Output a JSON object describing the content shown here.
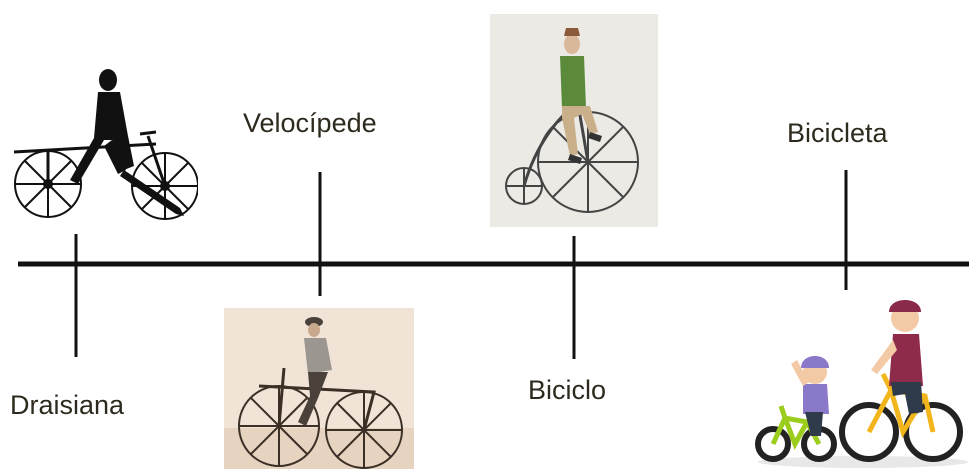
{
  "timeline": {
    "events": [
      {
        "id": "draisiana",
        "label": "Draisiana",
        "image": "draisiana-rider-icon"
      },
      {
        "id": "velocipede",
        "label": "Velocípede",
        "image": "velocipede-rider-icon"
      },
      {
        "id": "biciclo",
        "label": "Biciclo",
        "image": "penny-farthing-rider-icon"
      },
      {
        "id": "bicicleta",
        "label": "Bicicleta",
        "image": "family-cyclists-icon"
      }
    ]
  },
  "colors": {
    "line": "#111111",
    "text": "#2e2a1e",
    "sepia_bg": "#f1e4d6",
    "gray_bg": "#eceae5"
  }
}
